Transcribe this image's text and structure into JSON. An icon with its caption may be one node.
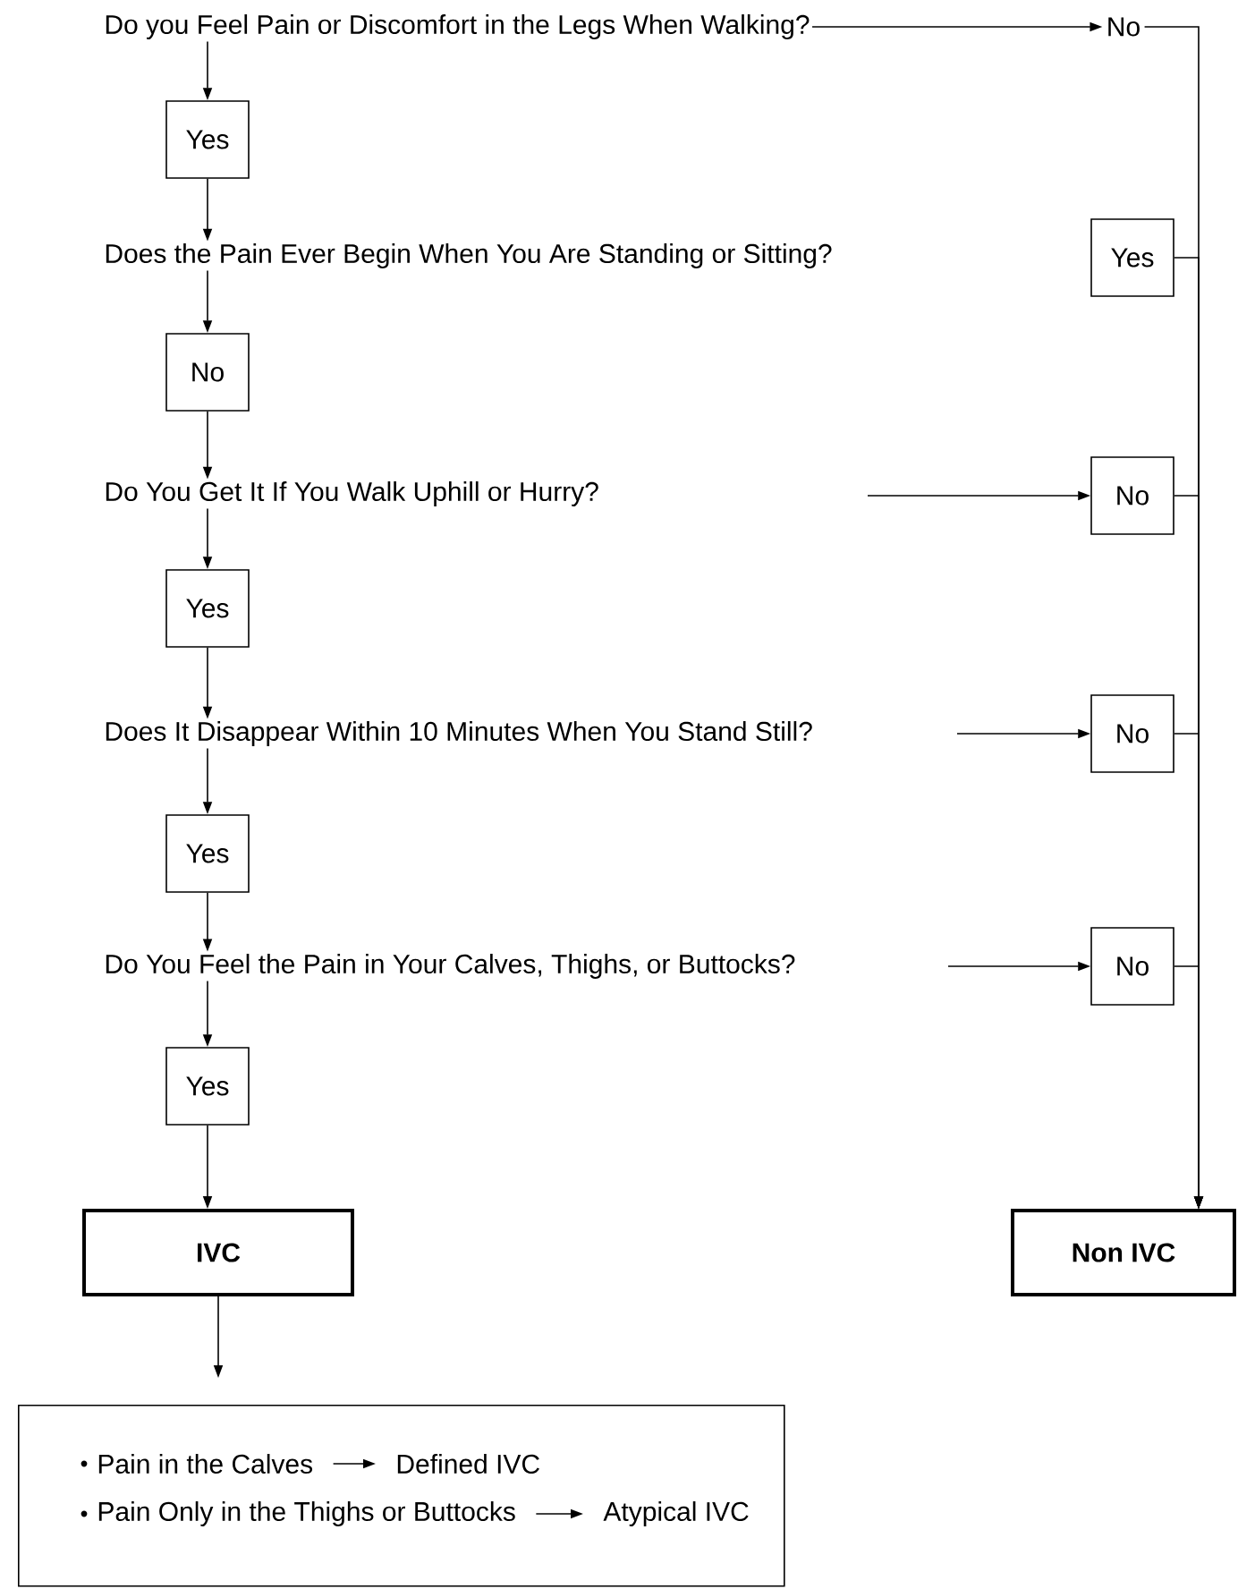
{
  "diagram": {
    "nodes": [
      {
        "text": [
          "Do you Feel Pain or Discomfort in the Legs When Walking?"
        ]
      },
      {
        "text": [
          "Yes"
        ]
      },
      {
        "text": [
          "Does the Pain Ever Begin When You Are Standing or Sitting?"
        ]
      },
      {
        "text": [
          "No"
        ]
      },
      {
        "text": [
          "Do You Get It If You Walk Uphill or Hurry?"
        ]
      },
      {
        "text": [
          "Yes"
        ]
      },
      {
        "text": [
          "Does It Disappear Within 10 Minutes When You Stand Still?"
        ]
      },
      {
        "text": [
          "Yes"
        ]
      },
      {
        "text": [
          "Do You Feel the Pain in Your Calves, Thighs, or Buttocks?"
        ]
      },
      {
        "text": [
          "Yes"
        ]
      },
      {
        "text": [
          "IVC"
        ]
      },
      {
        "text": [],
        "shape": "box"
      },
      {
        "text": [
          "No"
        ]
      },
      {
        "text": [
          "Yes"
        ]
      },
      {
        "text": [
          "No"
        ]
      },
      {
        "text": [
          "No"
        ]
      },
      {
        "text": [
          "No"
        ]
      },
      {
        "text": [
          "Non IVC"
        ]
      },
      {
        "text": [
          "Pain in the Calves"
        ],
        "in": 11
      },
      {
        "text": [
          "Defined IVC"
        ],
        "in": 11
      },
      {
        "text": [
          "Pain Only in the Thighs or Buttocks"
        ],
        "in": 11
      },
      {
        "text": [
          "Atypical IVC"
        ],
        "in": 11
      }
    ],
    "edges": [
      {
        "from": 0,
        "to": 1,
        "arrow": "to"
      },
      {
        "from": 1,
        "to": 2,
        "arrow": "to"
      },
      {
        "from": 2,
        "to": 3,
        "arrow": "to"
      },
      {
        "from": 3,
        "to": 4,
        "arrow": "to"
      },
      {
        "from": 4,
        "to": 5,
        "arrow": "to"
      },
      {
        "from": 5,
        "to": 6,
        "arrow": "to"
      },
      {
        "from": 6,
        "to": 7,
        "arrow": "to"
      },
      {
        "from": 7,
        "to": 8,
        "arrow": "to"
      },
      {
        "from": 8,
        "to": 9,
        "arrow": "to"
      },
      {
        "from": 9,
        "to": 10,
        "arrow": "to"
      },
      {
        "from": 10,
        "to": 11,
        "arrow": "to"
      },
      {
        "from": 0,
        "to": 12,
        "arrow": "to"
      },
      {
        "from": null,
        "to": 14,
        "arrow": "to"
      },
      {
        "from": null,
        "to": 15,
        "arrow": "to"
      },
      {
        "from": null,
        "to": 16,
        "arrow": "to"
      },
      {
        "from": 12,
        "to": 17,
        "arrow": "to"
      },
      {
        "from": 13,
        "to": 17,
        "arrow": "to"
      },
      {
        "from": 14,
        "to": 17,
        "arrow": "to"
      },
      {
        "from": 15,
        "to": 17,
        "arrow": "to"
      },
      {
        "from": 16,
        "to": 17,
        "arrow": "to"
      },
      {
        "from": 18,
        "to": 19,
        "arrow": "to"
      },
      {
        "from": 20,
        "to": 21,
        "arrow": "to"
      }
    ]
  }
}
